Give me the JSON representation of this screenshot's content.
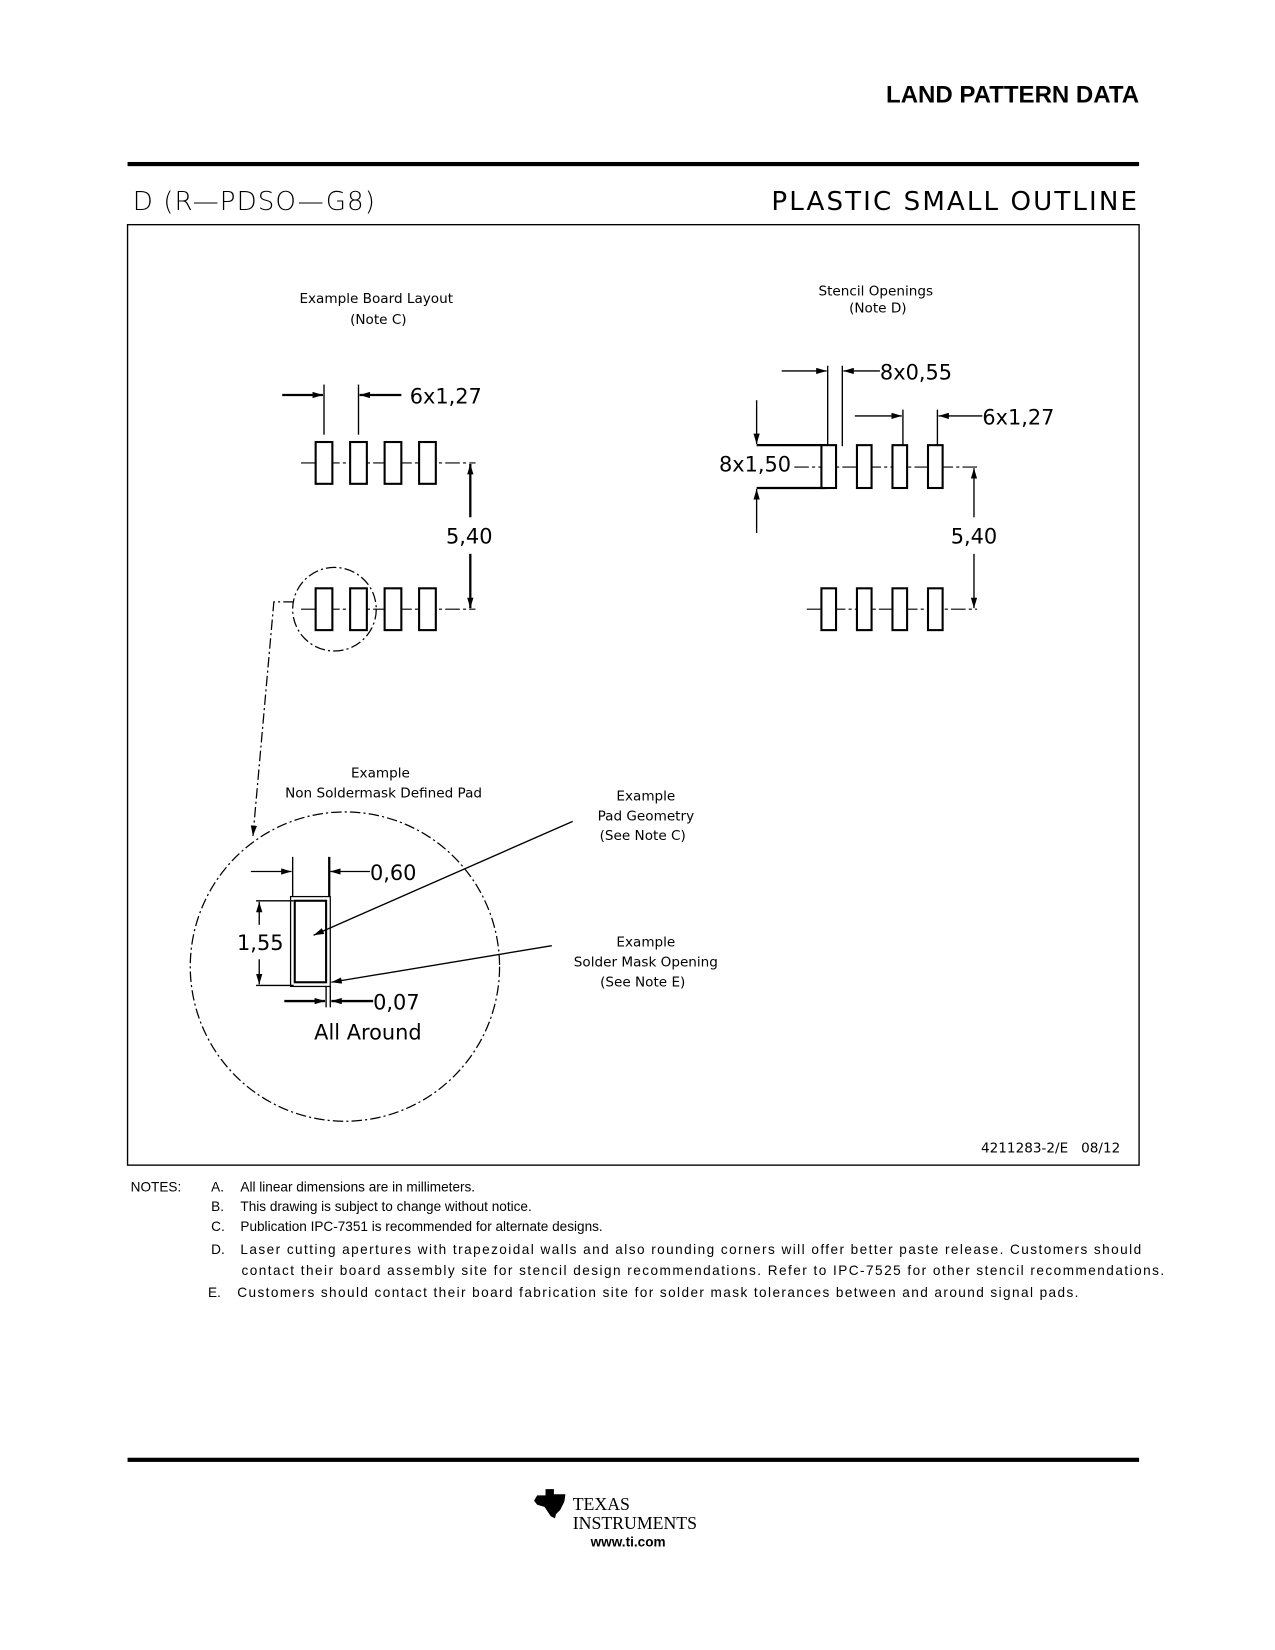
{
  "header": {
    "section_title": "LAND PATTERN DATA"
  },
  "drawing": {
    "package_code": "D (R—PDSO—G8)",
    "package_type": "PLASTIC SMALL OUTLINE",
    "board_layout": {
      "title": "Example Board Layout",
      "note": "(Note C)",
      "pitch": "6x1,27",
      "row_spacing": "5,40"
    },
    "stencil": {
      "title": "Stencil Openings",
      "note": "(Note D)",
      "width": "8x0,55",
      "pitch": "6x1,27",
      "length": "8x1,50",
      "row_spacing": "5,40"
    },
    "detail": {
      "title_line1": "Example",
      "title_line2": "Non Soldermask Defined Pad",
      "pad_width": "0,60",
      "pad_length": "1,55",
      "mask_clearance": "0,07",
      "mask_clearance_note": "All Around"
    },
    "callouts": {
      "pad_geometry": [
        "Example",
        "Pad Geometry",
        "(See Note C)"
      ],
      "solder_mask": [
        "Example",
        "Solder Mask Opening",
        "(See Note E)"
      ]
    },
    "drawing_number": "4211283-2/E   08/12"
  },
  "notes": {
    "heading": "NOTES:",
    "items": [
      {
        "letter": "A.",
        "lines": [
          "All linear dimensions are in millimeters."
        ]
      },
      {
        "letter": "B.",
        "lines": [
          "This drawing is subject to change without notice."
        ]
      },
      {
        "letter": "C.",
        "lines": [
          "Publication IPC-7351 is recommended for alternate designs."
        ]
      },
      {
        "letter": "D.",
        "lines": [
          "Laser cutting apertures with trapezoidal walls and also rounding corners will offer better paste release.  Customers should",
          "contact their board assembly site for stencil design recommendations. Refer to IPC-7525 for other stencil recommendations."
        ]
      },
      {
        "letter": "E.",
        "lines": [
          "Customers should contact their board fabrication site for solder mask tolerances between and around signal pads."
        ]
      }
    ]
  },
  "footer": {
    "brand_line1": "TEXAS",
    "brand_line2": "INSTRUMENTS",
    "url": "www.ti.com"
  }
}
